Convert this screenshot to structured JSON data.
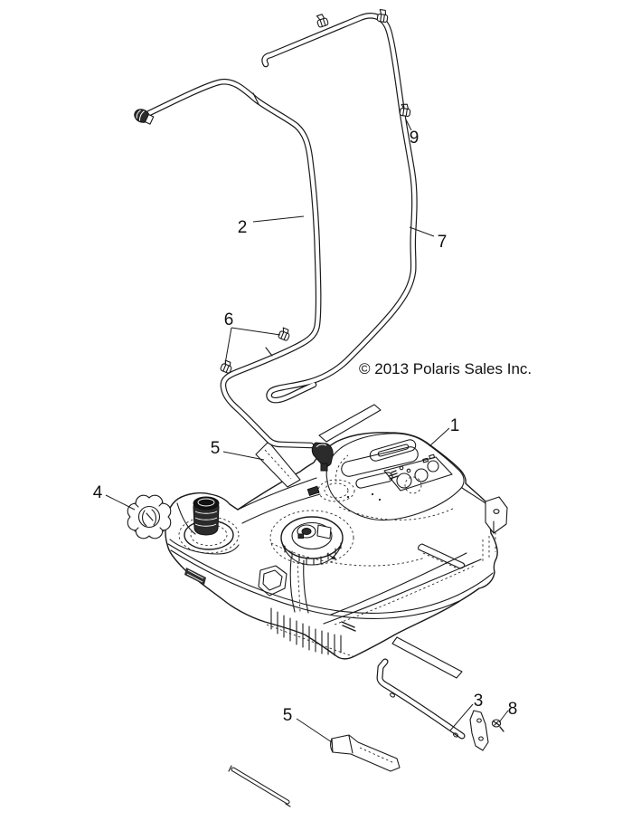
{
  "diagram": {
    "type": "exploded-parts-diagram",
    "subject": "fuel tank assembly",
    "copyright": "© 2013 Polaris Sales Inc.",
    "colors": {
      "background": "#ffffff",
      "line": "#1a1a1a"
    },
    "callouts": [
      {
        "number": "1"
      },
      {
        "number": "2"
      },
      {
        "number": "3"
      },
      {
        "number": "4"
      },
      {
        "number": "5"
      },
      {
        "number": "5"
      },
      {
        "number": "6"
      },
      {
        "number": "7"
      },
      {
        "number": "8"
      },
      {
        "number": "9"
      }
    ]
  }
}
